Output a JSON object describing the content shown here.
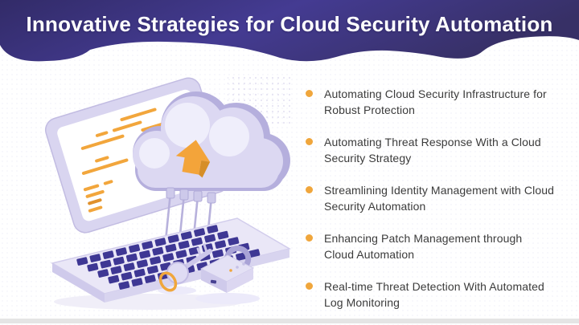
{
  "header": {
    "title": "Innovative Strategies for Cloud Security Automation"
  },
  "list": {
    "items": [
      {
        "line1": "Automating Cloud Security Infrastructure for",
        "line2": "Robust Protection"
      },
      {
        "line1": "Automating Threat Response With a Cloud",
        "line2": "Security Strategy"
      },
      {
        "line1": "Streamlining Identity Management with Cloud",
        "line2": "Security Automation"
      },
      {
        "line1": "Enhancing Patch Management through",
        "line2": "Cloud Automation"
      },
      {
        "line1": "Real-time Threat Detection With Automated",
        "line2": "Log Monitoring"
      }
    ]
  },
  "illustration": {
    "icons": [
      "laptop-illustration",
      "code-lines-icon",
      "cloud-icon",
      "upload-arrow-icon",
      "cable-icons",
      "key-icon",
      "padlock-icon"
    ]
  },
  "colors": {
    "header_purple_dark": "#322b68",
    "header_purple_light": "#443b92",
    "bullet_orange": "#f0a63c",
    "body_text": "#3b3b3b",
    "lavender_light": "#dcd8f2",
    "lavender_rim": "#b5afdd",
    "keyboard_indigo": "#3e3794",
    "footer_gray": "#e5e5e5"
  }
}
